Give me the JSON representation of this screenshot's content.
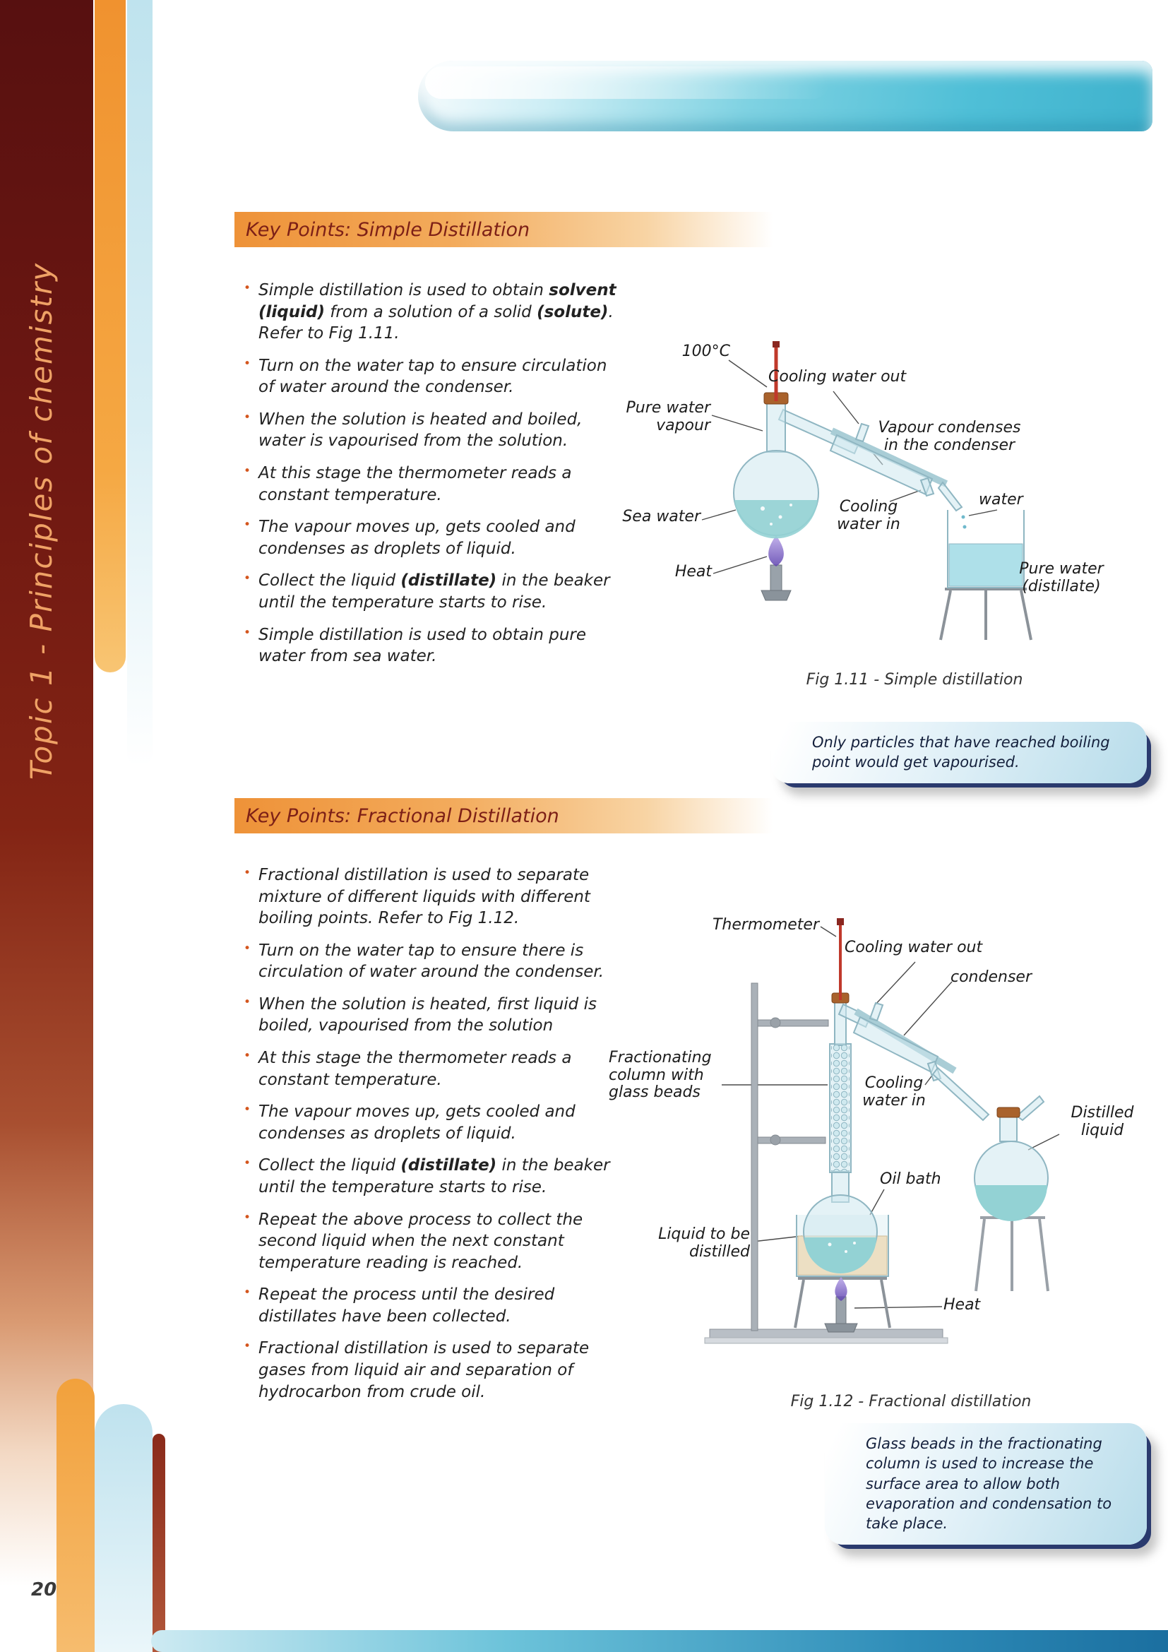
{
  "sidebar": {
    "title": "Topic 1 - Principles of chemistry",
    "page_number": "20"
  },
  "sections": {
    "simple": {
      "header": "Key Points: Simple Distillation",
      "bullets": [
        [
          {
            "t": "Simple distillation is used to obtain "
          },
          {
            "t": "solvent (liquid)",
            "b": true
          },
          {
            "t": " from a solution of a solid "
          },
          {
            "t": "(solute)",
            "b": true
          },
          {
            "t": ". Refer to Fig 1.11."
          }
        ],
        [
          {
            "t": "Turn on the water tap to ensure circulation of water around the condenser."
          }
        ],
        [
          {
            "t": "When the solution is heated and boiled, water is vapourised from the solution."
          }
        ],
        [
          {
            "t": "At this stage the thermometer reads a constant temperature."
          }
        ],
        [
          {
            "t": "The vapour moves up, gets cooled and condenses as droplets of liquid."
          }
        ],
        [
          {
            "t": "Collect the liquid "
          },
          {
            "t": "(distillate)",
            "b": true
          },
          {
            "t": " in the beaker until the temperature starts to rise."
          }
        ],
        [
          {
            "t": "Simple distillation is used to obtain pure water from sea water."
          }
        ]
      ]
    },
    "fractional": {
      "header": "Key Points: Fractional Distillation",
      "bullets": [
        [
          {
            "t": "Fractional distillation is used to separate mixture of different liquids with different boiling points. Refer to Fig 1.12."
          }
        ],
        [
          {
            "t": "Turn on the water tap to ensure there is circulation of water around the condenser."
          }
        ],
        [
          {
            "t": "When the solution is heated, first liquid is boiled, vapourised from the solution"
          }
        ],
        [
          {
            "t": "At this stage the thermometer reads a constant temperature."
          }
        ],
        [
          {
            "t": "The vapour moves up, gets cooled and condenses as droplets of liquid."
          }
        ],
        [
          {
            "t": "Collect the liquid "
          },
          {
            "t": "(distillate)",
            "b": true
          },
          {
            "t": " in the beaker until the temperature starts to rise."
          }
        ],
        [
          {
            "t": "Repeat the above process to collect the second liquid when the next constant temperature reading is reached."
          }
        ],
        [
          {
            "t": "Repeat the process until the desired distillates have been collected."
          }
        ],
        [
          {
            "t": "Fractional distillation is used to separate gases from liquid air and separation of hydrocarbon from crude oil."
          }
        ]
      ]
    }
  },
  "figures": {
    "fig1": {
      "caption": "Fig 1.11 - Simple distillation",
      "labels": {
        "temp": "100°C",
        "vapour": "Pure water\nvapour",
        "cool_out": "Cooling water out",
        "condenses": "Vapour condenses\nin the condenser",
        "sea": "Sea water",
        "cool_in": "Cooling\nwater in",
        "water": "water",
        "heat": "Heat",
        "distillate": "Pure water\n(distillate)"
      }
    },
    "fig2": {
      "caption": "Fig 1.12 - Fractional distillation",
      "labels": {
        "thermometer": "Thermometer",
        "cool_out": "Cooling water out",
        "condenser": "condenser",
        "column": "Fractionating\ncolumn with\nglass beads",
        "cool_in": "Cooling\nwater in",
        "distilled": "Distilled\nliquid",
        "oil_bath": "Oil bath",
        "liquid": "Liquid to be\ndistilled",
        "heat": "Heat"
      }
    }
  },
  "notes": {
    "note1": "Only particles that have reached boiling point would get vapourised.",
    "note2": "Glass beads in the fractionating column is used to increase the surface area to allow both evaporation and condensation to take place."
  },
  "colors": {
    "maroon": "#6f1812",
    "orange": "#f2a13c",
    "teal": "#4fbfd7",
    "note_accent": "#2a3a6e"
  }
}
